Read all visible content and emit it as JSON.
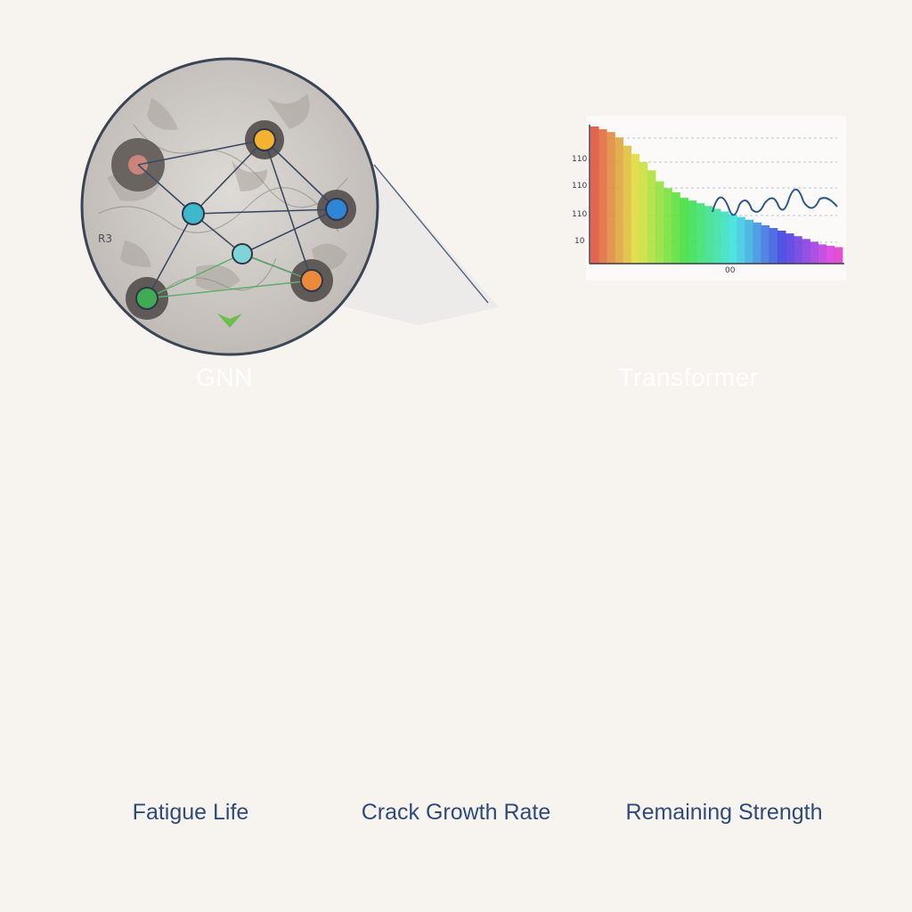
{
  "nodes": {
    "gnn": {
      "label": "GNN"
    },
    "transformer": {
      "label": "Transformer"
    }
  },
  "outputs": [
    {
      "label": "Fatigue Life",
      "icon": "clock-icon"
    },
    {
      "label": "Crack Growth Rate",
      "icon": "crack-icon"
    },
    {
      "label": "Remaining Strength",
      "icon": "gauge-icon"
    }
  ],
  "inset_chart": {
    "y_tick_labels": [
      "110",
      "110",
      "110",
      "10"
    ],
    "x_tick_label": "00",
    "bar_values": [
      100,
      98,
      96,
      92,
      86,
      80,
      74,
      68,
      60,
      55,
      52,
      48,
      46,
      44,
      42,
      40,
      38,
      36,
      34,
      32,
      30,
      28,
      26,
      24,
      22,
      20,
      18,
      16,
      14,
      13,
      12
    ]
  },
  "micro_label": "R3",
  "colors": {
    "gnn": "#6bbf4e",
    "transformer": "#f08a2e",
    "text": "#2f4b79",
    "background": "#f7f4ef"
  }
}
